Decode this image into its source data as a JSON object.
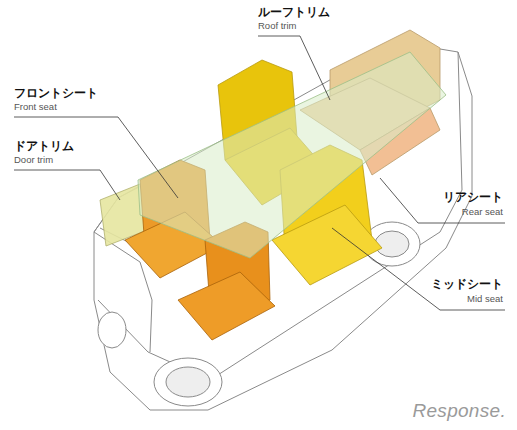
{
  "diagram": {
    "labels": [
      "ルーフトリム",
      "Roof trim",
      "フロントシート",
      "Front seat",
      "ドアトリム",
      "Door trim",
      "リアシート",
      "Rear seat",
      "ミッドシート",
      "Mid seat",
      "Response."
    ]
  }
}
